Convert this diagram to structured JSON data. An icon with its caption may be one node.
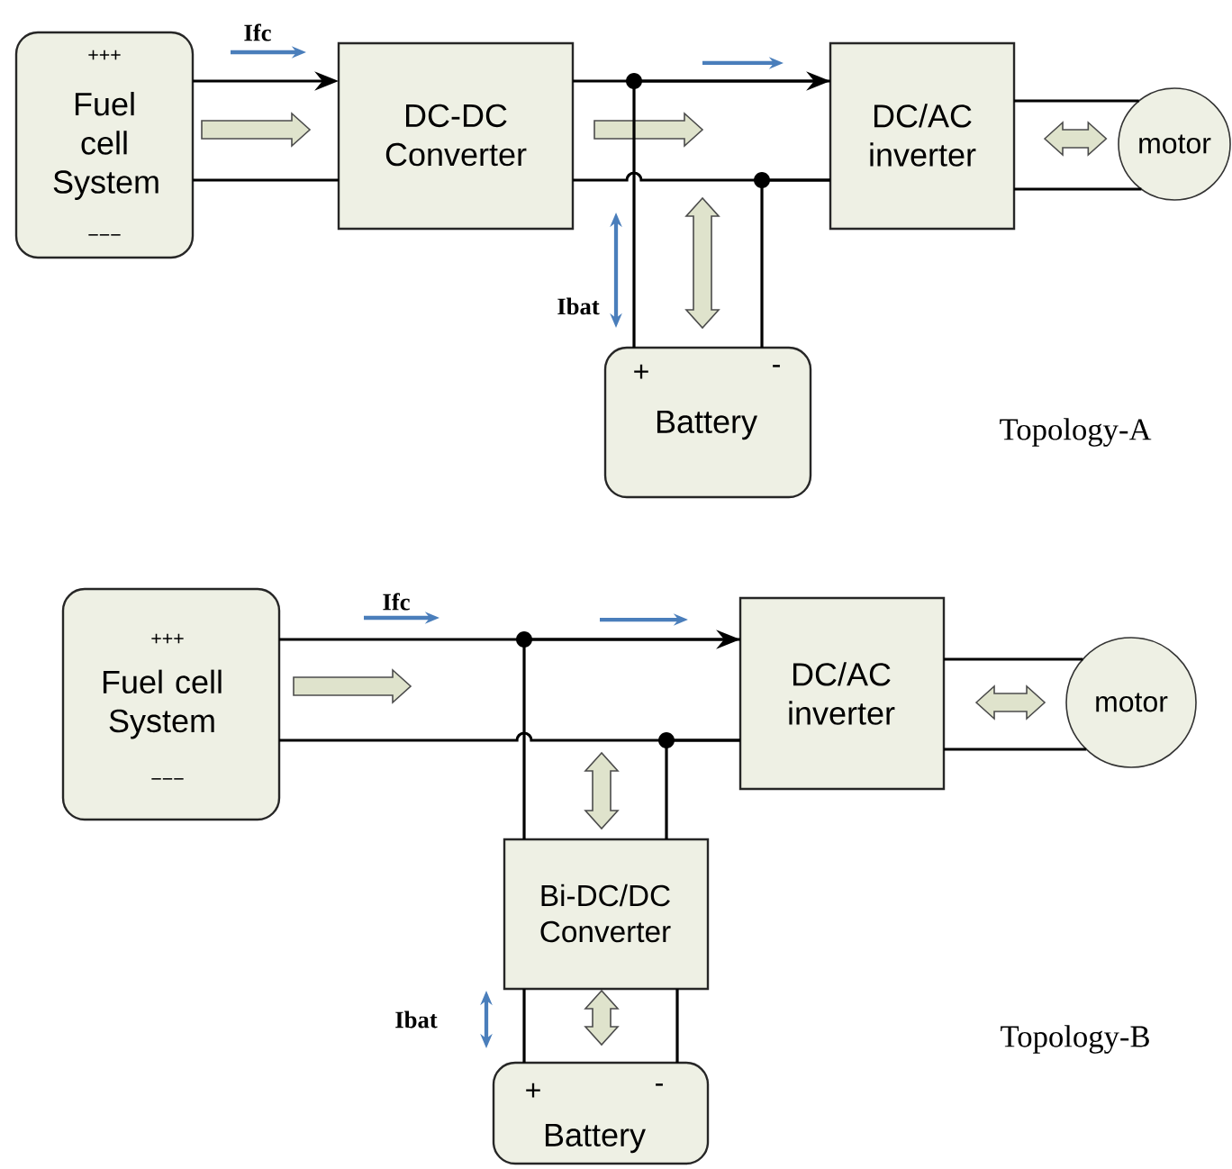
{
  "diagram": {
    "nodes": [
      {
        "text": [
          "+++",
          "Fuel cell System",
          "−−−"
        ]
      },
      {
        "text": [
          "DC-DC Converter"
        ]
      },
      {
        "text": [
          "DC/AC inverter"
        ]
      },
      {
        "text": [
          "motor"
        ]
      },
      {
        "text": [
          "+",
          "-",
          "Battery"
        ]
      },
      {
        "text": [
          "+++",
          "Fuel cell System",
          "−−−"
        ]
      },
      {
        "text": [
          "DC/AC inverter"
        ]
      },
      {
        "text": [
          "motor"
        ]
      },
      {
        "text": [
          "Bi-DC/DC Converter"
        ]
      },
      {
        "text": [
          "+",
          "-",
          "Battery"
        ]
      }
    ],
    "edges": [
      {
        "from": 0,
        "to": 1,
        "arrow": "to"
      },
      {
        "from": 0,
        "to": 1,
        "arrow": "none"
      },
      {
        "from": 1,
        "to": 2,
        "arrow": "to"
      },
      {
        "from": 1,
        "to": 2,
        "arrow": "none"
      },
      {
        "from": 2,
        "to": 3,
        "arrow": "none"
      },
      {
        "from": 2,
        "to": 3,
        "arrow": "none"
      },
      {
        "from": 4,
        "to": 2,
        "arrow": "none"
      },
      {
        "from": 4,
        "to": 2,
        "arrow": "none"
      },
      {
        "from": 5,
        "to": 6,
        "arrow": "to"
      },
      {
        "from": 5,
        "to": 6,
        "arrow": "none"
      },
      {
        "from": 6,
        "to": 7,
        "arrow": "none"
      },
      {
        "from": 6,
        "to": 7,
        "arrow": "none"
      },
      {
        "from": 8,
        "to": 6,
        "arrow": "none"
      },
      {
        "from": 8,
        "to": 6,
        "arrow": "none"
      },
      {
        "from": 8,
        "to": 9,
        "arrow": "none"
      },
      {
        "from": 8,
        "to": 9,
        "arrow": "none"
      },
      {
        "from": 2,
        "to": 3,
        "arrow": "both"
      },
      {
        "from": 6,
        "to": 7,
        "arrow": "both"
      },
      {
        "from": 8,
        "to": 9,
        "arrow": "both"
      }
    ],
    "labels": [
      "Ifc",
      "Ibat",
      "Topology-A",
      "Ifc",
      "Ibat",
      "Topology-B"
    ]
  }
}
